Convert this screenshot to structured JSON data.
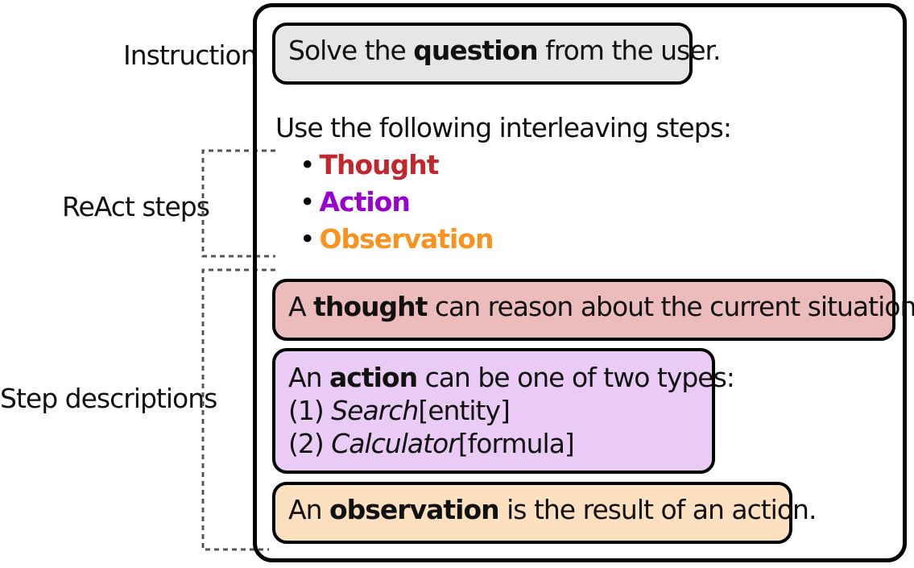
{
  "labels": {
    "instruction": "Instruction",
    "react_steps": "ReAct steps",
    "step_descriptions": "Step descriptions"
  },
  "instruction_box": {
    "pre": "Solve the ",
    "bold": "question",
    "post": " from the user.",
    "bg": "#e6e6e6"
  },
  "steps_intro": "Use the following interleaving steps:",
  "steps": [
    {
      "bullet": "•",
      "label": "Thought",
      "color": "#c1272d"
    },
    {
      "bullet": "•",
      "label": "Action",
      "color": "#9900cc"
    },
    {
      "bullet": "•",
      "label": "Observation",
      "color": "#f7931e"
    }
  ],
  "descriptions": {
    "thought": {
      "pre": "A ",
      "bold": "thought",
      "post": " can reason about the current situation.",
      "bg": "#ecbcbc"
    },
    "action": {
      "pre": "An ",
      "bold": "action",
      "post": " can be one of two types:",
      "line2_num": "(1) ",
      "line2_tool": "Search",
      "line2_arg": "[entity]",
      "line3_num": "(2) ",
      "line3_tool": "Calculator",
      "line3_arg": "[formula]",
      "bg": "#e9cbf5"
    },
    "observation": {
      "pre": "An ",
      "bold": "observation",
      "post": " is the result of an action.",
      "bg": "#fde0c0"
    }
  }
}
